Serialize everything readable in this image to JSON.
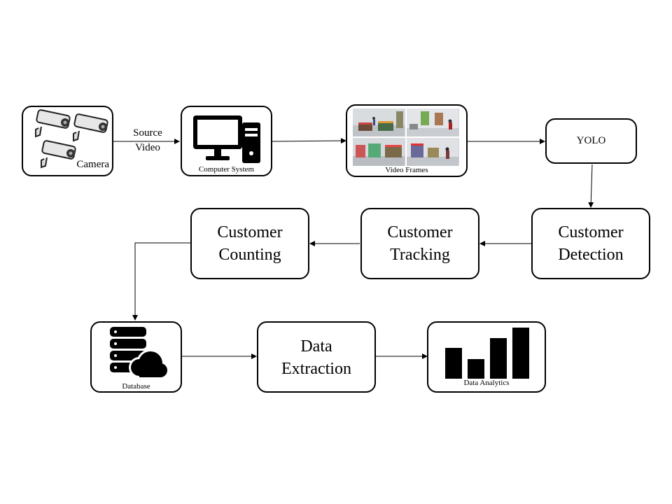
{
  "nodes": {
    "camera": {
      "label": "Camera"
    },
    "computer_system": {
      "label": "Computer System"
    },
    "video_frames": {
      "label": "Video Frames"
    },
    "yolo": {
      "label": "YOLO"
    },
    "customer_detection": {
      "label": "Customer\nDetection"
    },
    "customer_tracking": {
      "label": "Customer\nTracking"
    },
    "customer_counting": {
      "label": "Customer\nCounting"
    },
    "database": {
      "label": "Database"
    },
    "data_extraction": {
      "label": "Data\nExtraction"
    },
    "data_analytics": {
      "label": "Data Analytics"
    }
  },
  "edges": {
    "camera_to_computer": {
      "label": "Source\nVideo"
    }
  },
  "icons": {
    "camera": "security-camera-icon",
    "computer": "desktop-computer-icon",
    "frames": "surveillance-frames-image",
    "database": "database-cloud-icon",
    "analytics": "bar-chart-icon"
  }
}
